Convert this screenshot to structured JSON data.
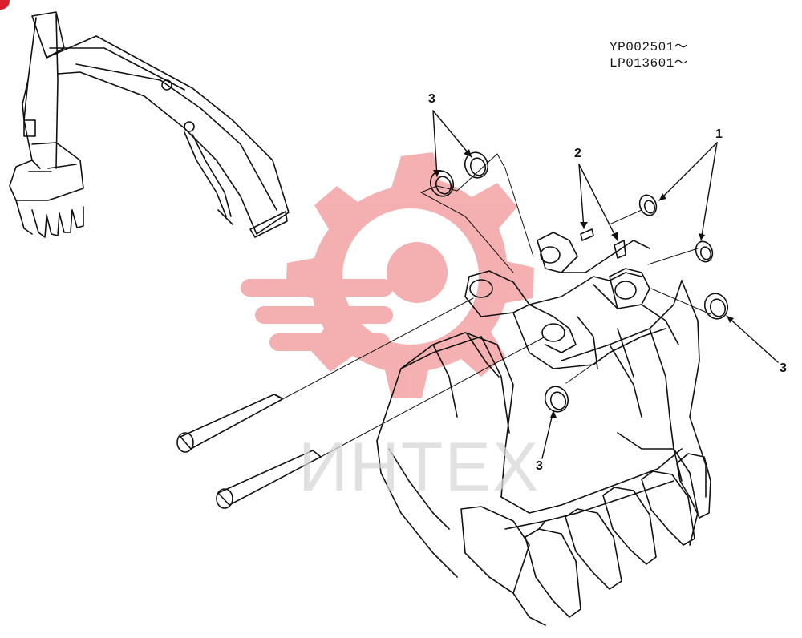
{
  "serials": [
    "YP002501～",
    "LP013601～"
  ],
  "callouts": {
    "top_left_3": "3",
    "top_2": "2",
    "top_right_1": "1",
    "right_3": "3",
    "bottom_3": "3"
  },
  "watermark": {
    "text": "ИНТЕХ",
    "logo_color": "#f3a3a3",
    "text_color": "#d8d8d8"
  },
  "colors": {
    "line": "#111111",
    "accent_corner": "#d8202c"
  }
}
